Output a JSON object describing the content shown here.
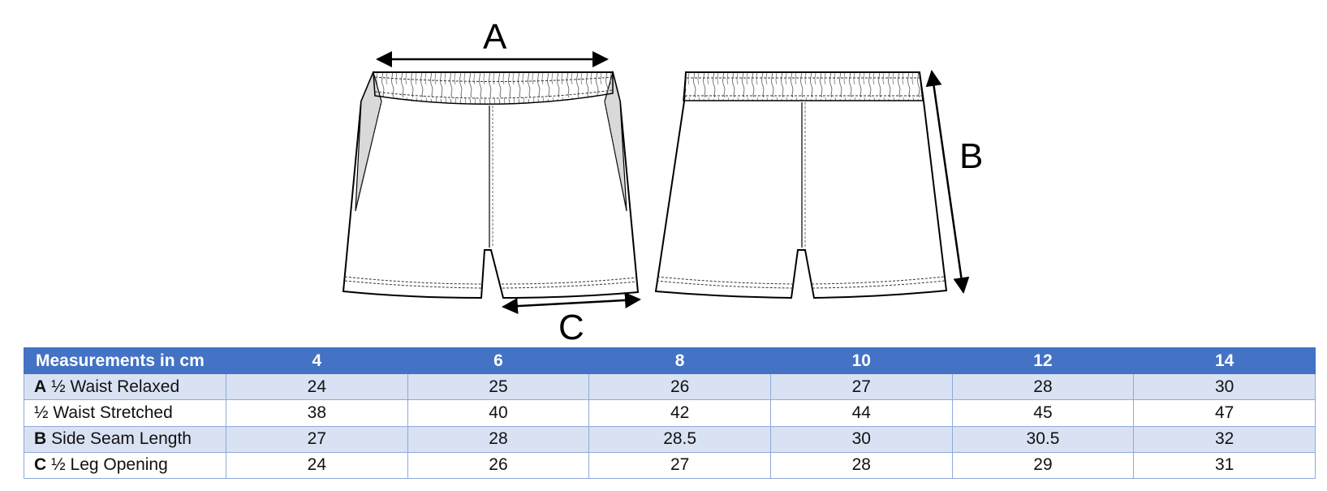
{
  "diagram": {
    "labels": {
      "a": "A",
      "b": "B",
      "c": "C"
    }
  },
  "table": {
    "header": {
      "first": "Measurements in cm",
      "sizes": [
        "4",
        "6",
        "8",
        "10",
        "12",
        "14"
      ]
    },
    "rows": [
      {
        "tag": "A",
        "label": "½ Waist Relaxed",
        "values": [
          "24",
          "25",
          "26",
          "27",
          "28",
          "30"
        ]
      },
      {
        "tag": "",
        "label": "½ Waist Stretched",
        "values": [
          "38",
          "40",
          "42",
          "44",
          "45",
          "47"
        ]
      },
      {
        "tag": "B",
        "label": "Side Seam Length",
        "values": [
          "27",
          "28",
          "28.5",
          "30",
          "30.5",
          "32"
        ]
      },
      {
        "tag": "C",
        "label": "½ Leg Opening",
        "values": [
          "24",
          "26",
          "27",
          "28",
          "29",
          "31"
        ]
      }
    ]
  }
}
